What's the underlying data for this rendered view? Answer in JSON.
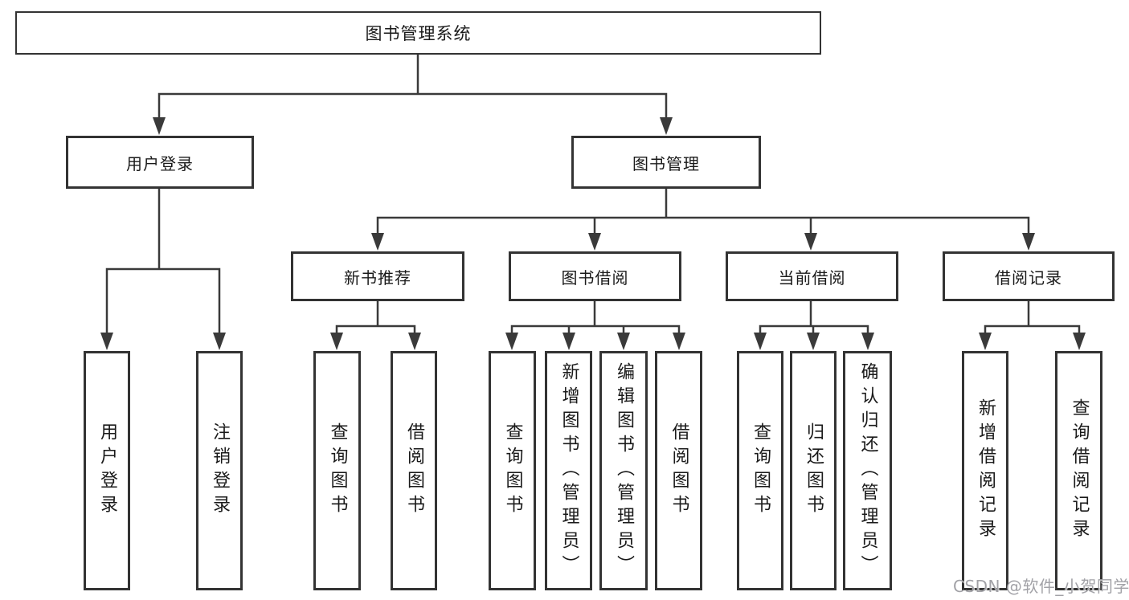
{
  "tree": {
    "label": "图书管理系统",
    "children": [
      {
        "label": "用户登录",
        "children": [
          {
            "label": "用户登录"
          },
          {
            "label": "注销登录"
          }
        ]
      },
      {
        "label": "图书管理",
        "children": [
          {
            "label": "新书推荐",
            "children": [
              {
                "label": "查询图书"
              },
              {
                "label": "借阅图书"
              }
            ]
          },
          {
            "label": "图书借阅",
            "children": [
              {
                "label": "查询图书"
              },
              {
                "label": "新增图书（管理员）"
              },
              {
                "label": "编辑图书（管理员）"
              },
              {
                "label": "借阅图书"
              }
            ]
          },
          {
            "label": "当前借阅",
            "children": [
              {
                "label": "查询图书"
              },
              {
                "label": "归还图书"
              },
              {
                "label": "确认归还（管理员）"
              }
            ]
          },
          {
            "label": "借阅记录",
            "children": [
              {
                "label": "新增借阅记录"
              },
              {
                "label": "查询借阅记录"
              }
            ]
          }
        ]
      }
    ]
  },
  "watermark": {
    "text": "CSDN @软件_小贺同学"
  },
  "colors": {
    "line": "#3a3a3a",
    "box_border": "#333333",
    "box_fill": "#ffffff",
    "text": "#1a1a1a",
    "watermark": "#a2a2a7",
    "background": "#ffffff"
  }
}
